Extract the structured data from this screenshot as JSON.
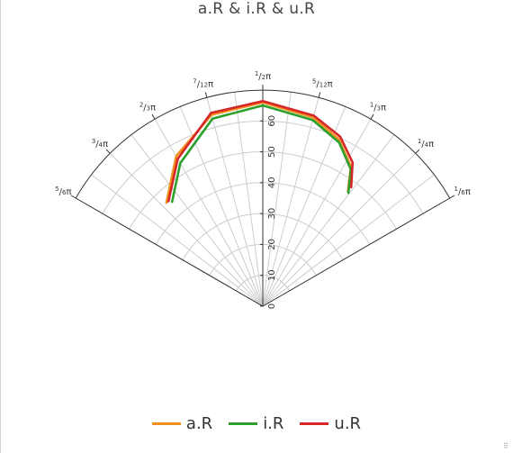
{
  "chart_data": {
    "type": "polar-line",
    "title": "a.R & i.R & u.R",
    "theta_range_fraction_of_pi": [
      0.1667,
      0.8333
    ],
    "r_range": [
      0,
      70
    ],
    "r_ticks": [
      0,
      10,
      20,
      30,
      40,
      50,
      60
    ],
    "angle_ticks": [
      {
        "num": "1",
        "den": "6",
        "frac": 0.16667
      },
      {
        "num": "1",
        "den": "4",
        "frac": 0.25
      },
      {
        "num": "1",
        "den": "3",
        "frac": 0.33333
      },
      {
        "num": "5",
        "den": "12",
        "frac": 0.41667
      },
      {
        "num": "1",
        "den": "2",
        "frac": 0.5
      },
      {
        "num": "7",
        "den": "12",
        "frac": 0.58333
      },
      {
        "num": "2",
        "den": "3",
        "frac": 0.66667
      },
      {
        "num": "3",
        "den": "4",
        "frac": 0.75
      },
      {
        "num": "5",
        "den": "6",
        "frac": 0.83333
      }
    ],
    "pi_symbol": "π",
    "legend_position": "bottom",
    "series": [
      {
        "name": "a.R",
        "color": "#f28e1e",
        "points": [
          [
            0.2969,
            46.3
          ],
          [
            0.3208,
            53.5
          ],
          [
            0.3639,
            59.4
          ],
          [
            0.4167,
            63.3
          ],
          [
            0.5,
            66.0
          ],
          [
            0.5833,
            64.2
          ],
          [
            0.6667,
            56.1
          ],
          [
            0.7389,
            45.8
          ]
        ]
      },
      {
        "name": "i.R",
        "color": "#2ca02c",
        "points": [
          [
            0.294,
            46.0
          ],
          [
            0.318,
            52.7
          ],
          [
            0.3611,
            58.5
          ],
          [
            0.4167,
            62.4
          ],
          [
            0.5,
            65.0
          ],
          [
            0.5833,
            62.9
          ],
          [
            0.6667,
            53.5
          ],
          [
            0.7278,
            44.8
          ]
        ]
      },
      {
        "name": "u.R",
        "color": "#d62728",
        "points": [
          [
            0.2965,
            48.0
          ],
          [
            0.3222,
            54.9
          ],
          [
            0.3639,
            60.4
          ],
          [
            0.4167,
            63.9
          ],
          [
            0.5,
            66.4
          ],
          [
            0.5833,
            64.8
          ],
          [
            0.6667,
            55.1
          ],
          [
            0.7333,
            45.7
          ]
        ]
      }
    ]
  }
}
